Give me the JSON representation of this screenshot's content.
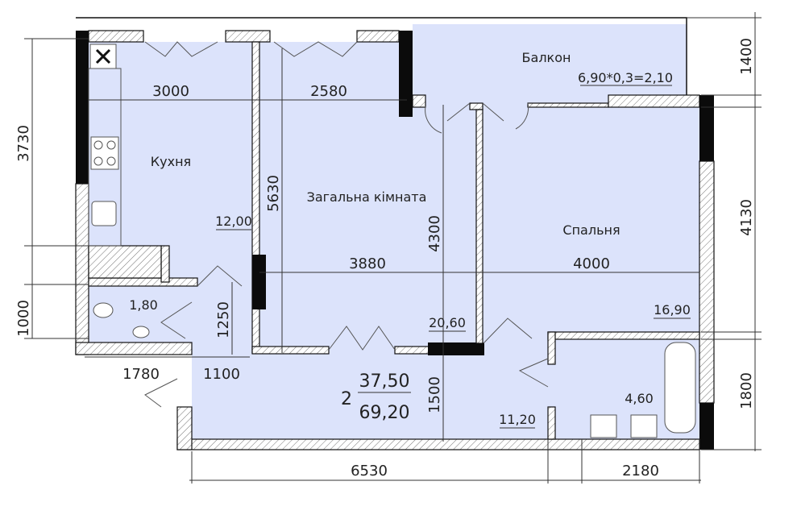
{
  "rooms": {
    "kitchen": {
      "name": "Кухня",
      "area": "12,00"
    },
    "living": {
      "name": "Загальна кімната",
      "area": "20,60"
    },
    "balcony": {
      "name": "Балкон",
      "area": "6,90*0,3=2,10"
    },
    "bedroom": {
      "name": "Спальня",
      "area": "16,90"
    },
    "wc": {
      "area": "1,80"
    },
    "hall": {
      "area": "11,20"
    },
    "bathroom": {
      "area": "4,60"
    }
  },
  "summary": {
    "rooms_count": "2",
    "living_area": "37,50",
    "total_area": "69,20"
  },
  "dimensions": {
    "kitchen_width": "3000",
    "living_top": "2580",
    "living_width": "3880",
    "bedroom_width": "4000",
    "living_height": "5630",
    "bedroom_depth": "4300",
    "corridor_h": "1250",
    "hall_h": "1500",
    "left_1780": "1780",
    "left_1100": "1100",
    "bottom_total": "6530",
    "bottom_right": "2180",
    "left_3730": "3730",
    "left_1000": "1000",
    "right_1400": "1400",
    "right_4130": "4130",
    "right_1800": "1800"
  },
  "colors": {
    "floor": "#dce3fb",
    "wall": "#0b0b0b"
  }
}
